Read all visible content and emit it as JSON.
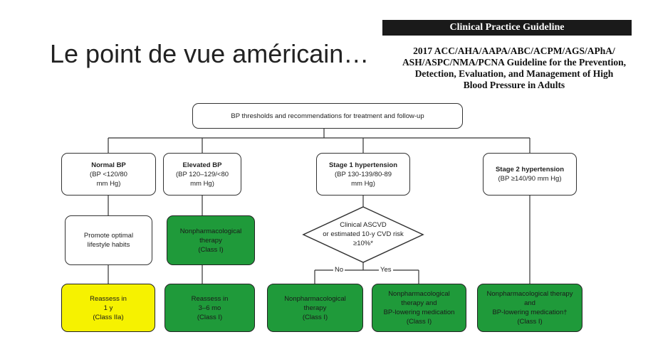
{
  "slide": {
    "title": "Le point de vue américain…"
  },
  "guideline": {
    "banner": "Clinical Practice Guideline",
    "title_lines": [
      "2017 ACC/AHA/AAPA/ABC/ACPM/AGS/APhA/",
      "ASH/ASPC/NMA/PCNA Guideline for the Prevention,",
      "Detection, Evaluation, and Management of High",
      "Blood Pressure in Adults"
    ]
  },
  "flowchart": {
    "root": "BP thresholds and recommendations for treatment and follow-up",
    "categories": {
      "normal": {
        "title": "Normal BP",
        "lines": [
          "(BP <120/80",
          "mm Hg)"
        ]
      },
      "elevated": {
        "title": "Elevated BP",
        "lines": [
          "(BP 120–129/<80",
          "mm Hg)"
        ]
      },
      "stage1": {
        "title": "Stage 1 hypertension",
        "lines": [
          "(BP 130-139/80-89",
          "mm Hg)"
        ]
      },
      "stage2": {
        "title": "Stage 2 hypertension",
        "lines": [
          "(BP ≥140/90 mm Hg)"
        ]
      }
    },
    "middle": {
      "normal": {
        "lines": [
          "Promote optimal",
          "lifestyle habits"
        ]
      },
      "elevated": {
        "lines": [
          "Nonpharmacological",
          "therapy",
          "(Class I)"
        ]
      },
      "decision": {
        "lines": [
          "Clinical ASCVD",
          "or estimated 10-y CVD risk",
          "≥10%*"
        ]
      }
    },
    "branches": {
      "no": "No",
      "yes": "Yes"
    },
    "bottom": {
      "normal": {
        "lines": [
          "Reassess in",
          "1 y",
          "(Class IIa)"
        ]
      },
      "elevated": {
        "lines": [
          "Reassess in",
          "3–6 mo",
          "(Class I)"
        ]
      },
      "s1_no": {
        "lines": [
          "Nonpharmacological",
          "therapy",
          "(Class I)"
        ]
      },
      "s1_yes": {
        "lines": [
          "Nonpharmacological",
          "therapy and",
          "BP-lowering medication",
          "(Class I)"
        ]
      },
      "stage2": {
        "lines": [
          "Nonpharmacological therapy",
          "and",
          "BP-lowering medication†",
          "(Class I)"
        ]
      }
    },
    "colors": {
      "green": "#1f9a3a",
      "yellow": "#f6f200",
      "line": "#333333"
    }
  }
}
